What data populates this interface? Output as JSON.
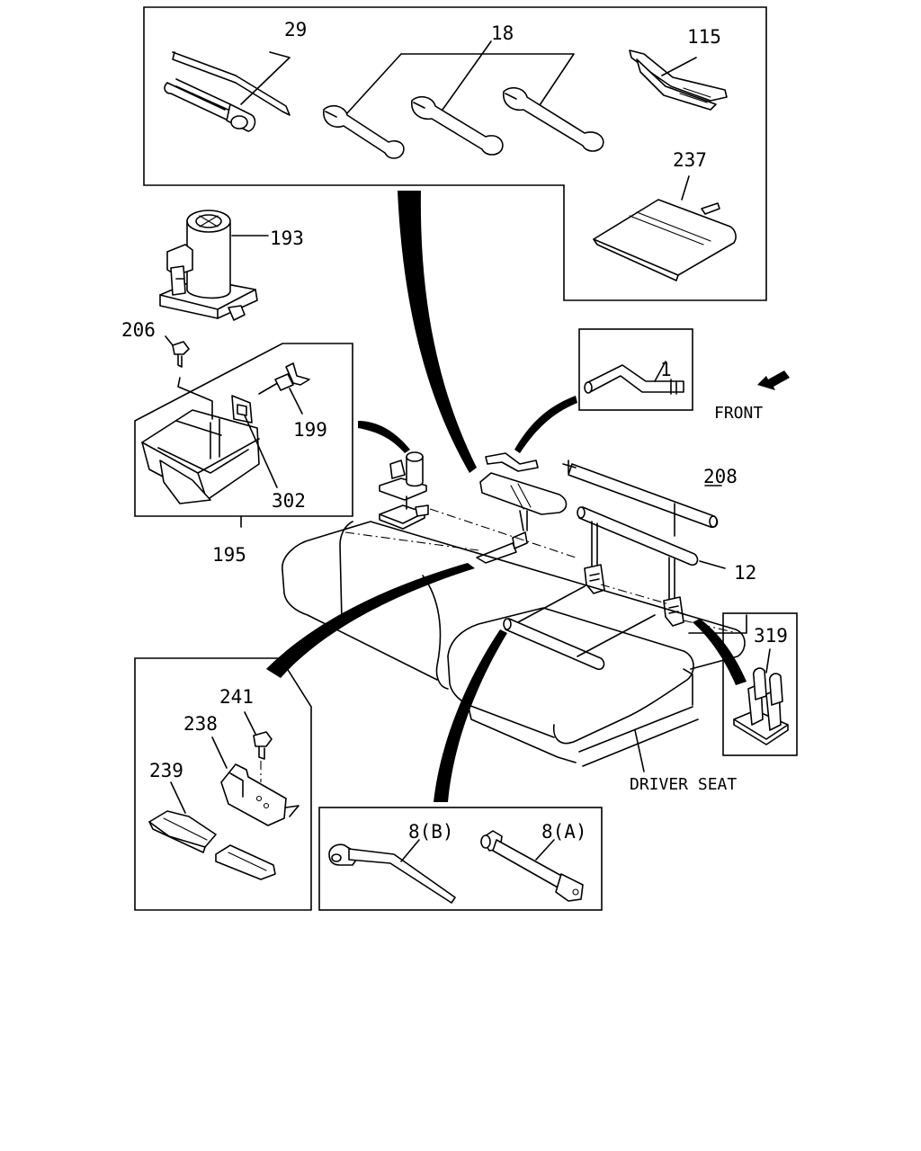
{
  "callouts": {
    "c29": "29",
    "c18": "18",
    "c115": "115",
    "c237": "237",
    "c193": "193",
    "c206": "206",
    "c199": "199",
    "c302": "302",
    "c195": "195",
    "c1": "1",
    "c208": "208",
    "c12": "12",
    "c319": "319",
    "c241": "241",
    "c238": "238",
    "c239": "239",
    "c8b": "8(B)",
    "c8a": "8(A)"
  },
  "annotations": {
    "front": "FRONT",
    "driver_seat": "DRIVER SEAT"
  }
}
